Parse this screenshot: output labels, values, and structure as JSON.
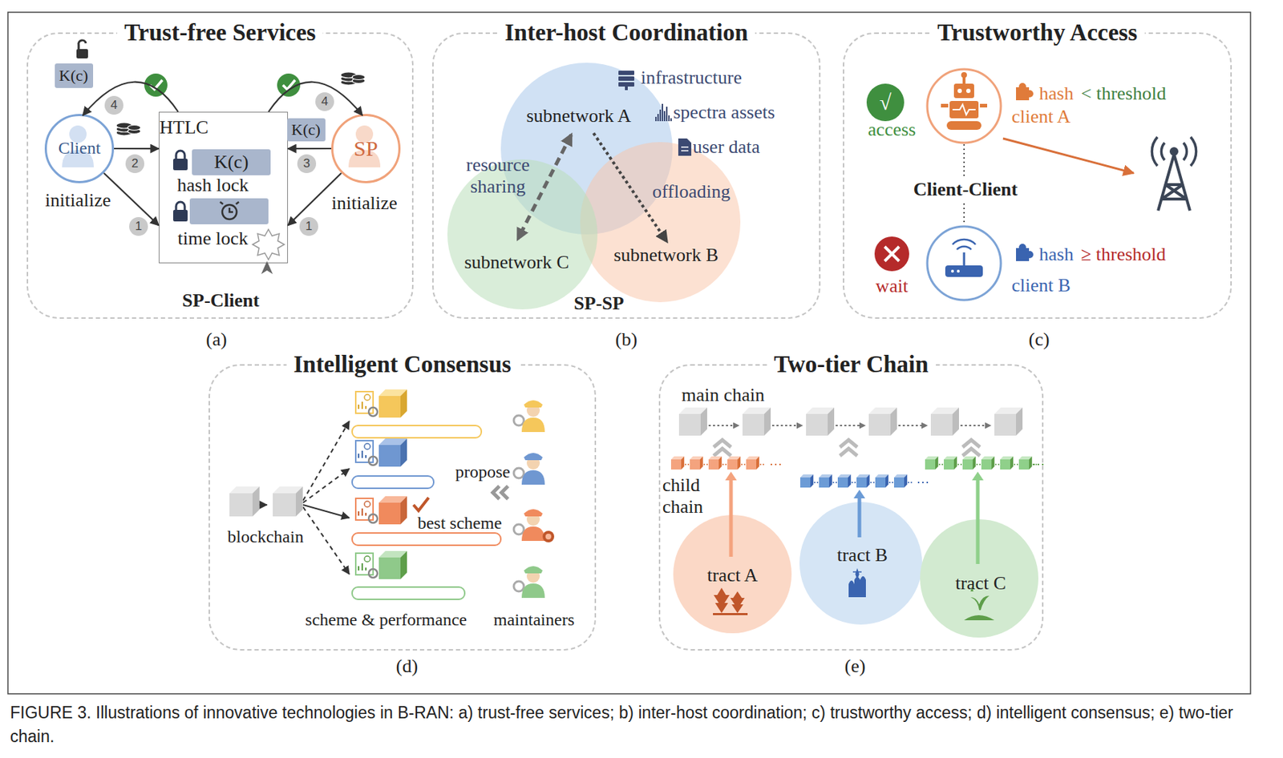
{
  "diagram": {
    "caption": "FIGURE 3. Illustrations of innovative technologies in B-RAN: a) trust-free services; b) inter-host coordination; c) trustworthy access; d) intelligent consensus; e) two-tier chain.",
    "nodes": [
      {
        "text": [
          "Trust-free Services"
        ]
      },
      {
        "text": [
          "Client"
        ],
        "in": 0
      },
      {
        "text": [
          "SP"
        ],
        "in": 0
      },
      {
        "text": [
          "HTLC"
        ],
        "in": 0
      },
      {
        "text": [
          "K(c)"
        ],
        "in": 3
      },
      {
        "text": [
          "K(c)"
        ],
        "in": 0
      },
      {
        "text": [
          "K(c)"
        ],
        "in": 0
      },
      {
        "text": [
          "Inter-host Coordination"
        ]
      },
      {
        "text": [
          "subnetwork A"
        ],
        "in": 7
      },
      {
        "text": [
          "subnetwork B"
        ],
        "in": 7
      },
      {
        "text": [
          "subnetwork C"
        ],
        "in": 7
      },
      {
        "text": [
          "Trustworthy Access"
        ]
      },
      {
        "text": [
          "Intelligent Consensus"
        ]
      },
      {
        "text": [
          "Two-tier Chain"
        ]
      },
      {
        "text": [
          "tract A"
        ],
        "in": 13
      },
      {
        "text": [
          "tract B"
        ],
        "in": 13
      },
      {
        "text": [
          "tract C"
        ],
        "in": 13
      }
    ],
    "edges": [
      {
        "from": 1,
        "to": 3,
        "label": "2",
        "arrow": "to"
      },
      {
        "from": 1,
        "to": 3,
        "label": "1",
        "arrow": "to"
      },
      {
        "from": 2,
        "to": 3,
        "label": "3",
        "arrow": "to"
      },
      {
        "from": 2,
        "to": 3,
        "label": "1",
        "arrow": "to"
      },
      {
        "from": 3,
        "to": 1,
        "label": "4",
        "arrow": "to"
      },
      {
        "from": 3,
        "to": 2,
        "label": "4",
        "arrow": "to"
      },
      {
        "from": 8,
        "to": 10,
        "label": "resource sharing",
        "arrow": "both"
      },
      {
        "from": 8,
        "to": 9,
        "label": "offloading",
        "arrow": "to"
      }
    ],
    "labels": [
      "hash lock",
      "time lock",
      "initialize",
      "initialize",
      "SP-Client",
      "(a)",
      "infrastructure",
      "spectra assets",
      "user data",
      "SP-SP",
      "(b)",
      "√",
      "access",
      "hash",
      "< threshold",
      "client A",
      "Client-Client",
      "wait",
      "hash",
      "≥ threshold",
      "client B",
      "(c)",
      "blockchain",
      "propose",
      "best scheme",
      "scheme & performance",
      "maintainers",
      "(d)",
      "main chain",
      "child chain",
      "(e)"
    ]
  }
}
